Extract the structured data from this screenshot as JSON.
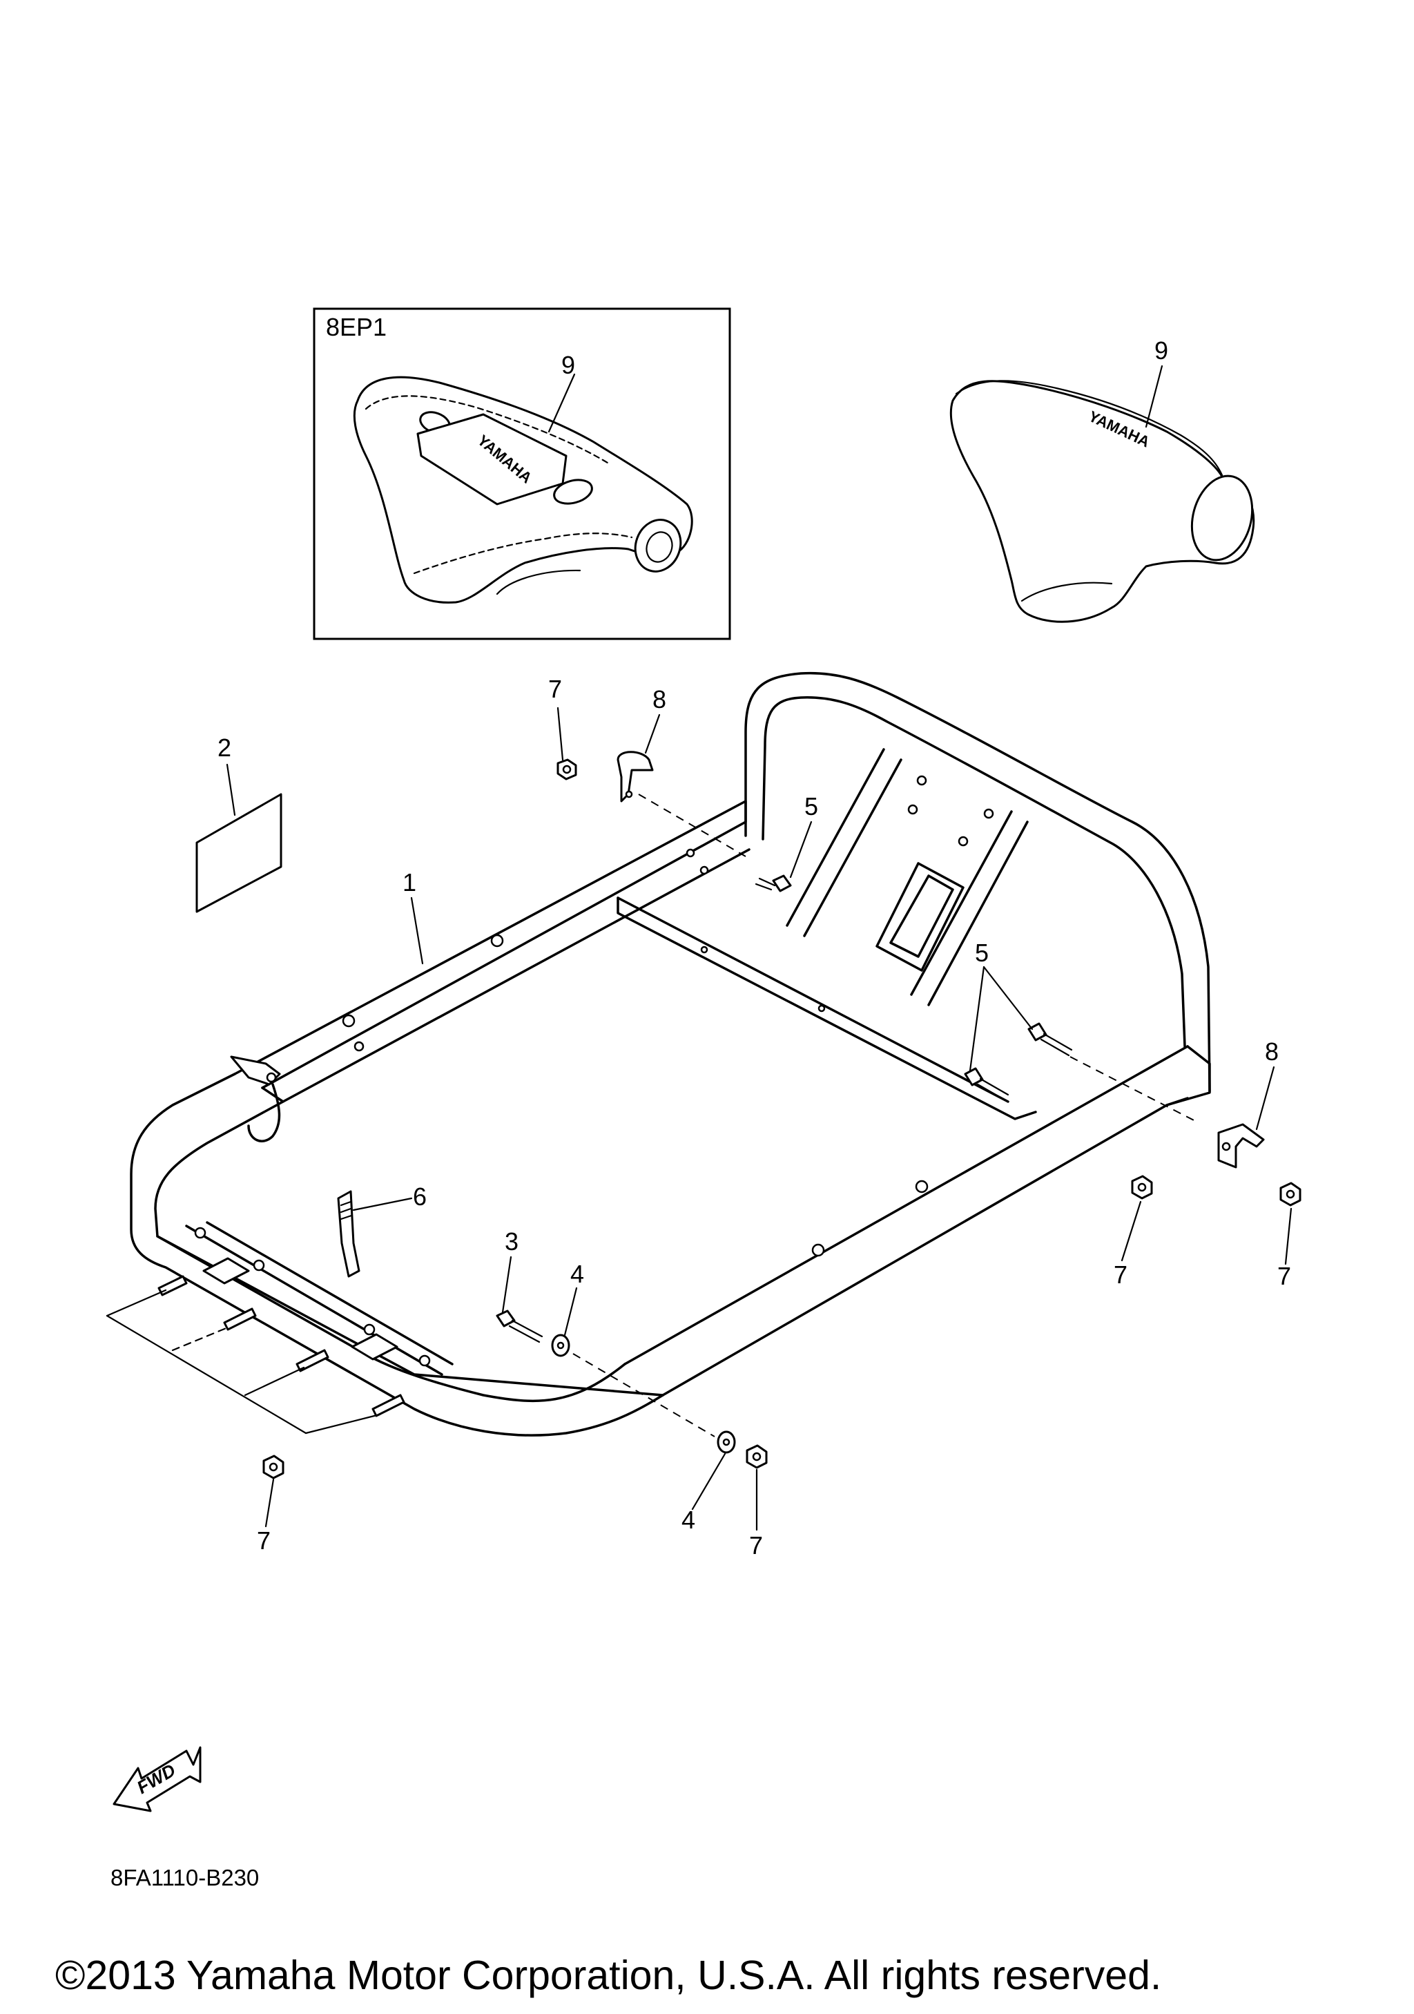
{
  "inset_box": {
    "label": "8EP1"
  },
  "callouts": {
    "c9a": "9",
    "c9b": "9",
    "c7a": "7",
    "c8a": "8",
    "c2": "2",
    "c5a": "5",
    "c1": "1",
    "c5b": "5",
    "c8b": "8",
    "c6": "6",
    "c3": "3",
    "c4a": "4",
    "c7b": "7",
    "c7c": "7",
    "c7d": "7",
    "c4b": "4",
    "c7e": "7"
  },
  "fwd_arrow": {
    "label": "FWD"
  },
  "diagram_code": "8FA1110-B230",
  "copyright": "©2013 Yamaha Motor Corporation, U.S.A. All rights reserved.",
  "brand_mark": "YAMAHA"
}
